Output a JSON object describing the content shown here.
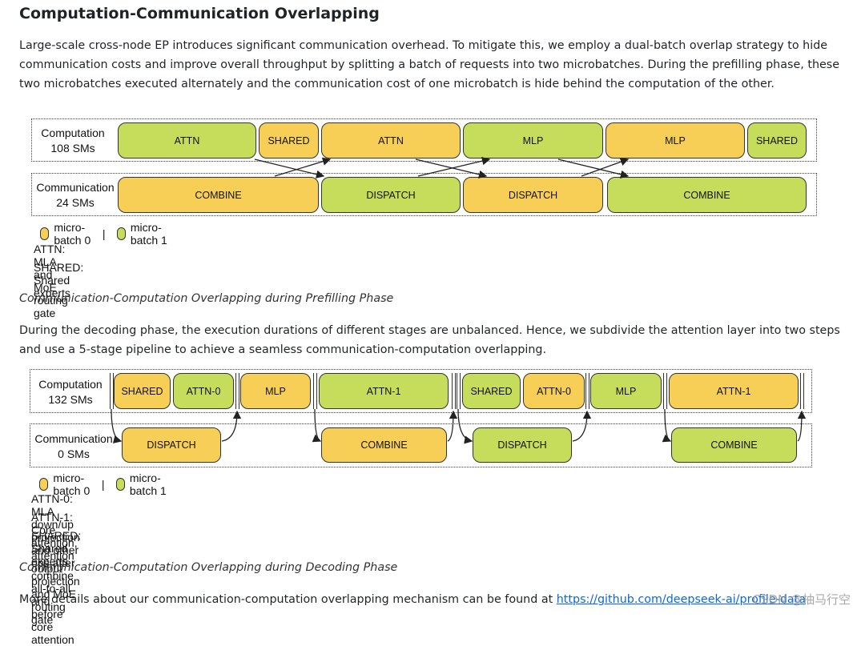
{
  "heading": "Computation-Communication Overlapping",
  "intro": "Large-scale cross-node EP introduces significant communication overhead. To mitigate this, we employ a dual-batch overlap strategy to hide communication costs and improve overall throughput by splitting a batch of requests into two microbatches. During the prefilling phase, these two microbatches executed alternately and the communication cost of one microbatch is hide behind the computation of the other.",
  "fig1": {
    "comp_label": "Computation",
    "comp_sms": "108 SMs",
    "comm_label": "Communication",
    "comm_sms": "24 SMs",
    "comp_blocks": [
      "ATTN",
      "SHARED",
      "ATTN",
      "MLP",
      "MLP",
      "SHARED"
    ],
    "comm_blocks": [
      "COMBINE",
      "DISPATCH",
      "DISPATCH",
      "COMBINE"
    ],
    "legend0": "micro-batch 0",
    "legend1": "micro-batch 1",
    "legend_sep": "|",
    "note1": "ATTN: MLA and MoE routing gate",
    "note2": "SHARED: Shared experts",
    "colors": {
      "micro_batch_0": "#f8cf56",
      "micro_batch_1": "#c6dc5b"
    }
  },
  "caption1": "Communication-Computation Overlapping during Prefilling Phase",
  "decode_para": "During the decoding phase, the execution durations of different stages are unbalanced. Hence, we subdivide the attention layer into two steps and use a 5-stage pipeline to achieve a seamless communication-computation overlapping.",
  "fig2": {
    "comp_label": "Computation",
    "comp_sms": "132 SMs",
    "comm_label": "Communication",
    "comm_sms": "0 SMs",
    "comp_blocks": [
      "SHARED",
      "ATTN-0",
      "MLP",
      "ATTN-1",
      "SHARED",
      "ATTN-0",
      "MLP",
      "ATTN-1"
    ],
    "comm_blocks": [
      "DISPATCH",
      "COMBINE",
      "DISPATCH",
      "COMBINE"
    ],
    "legend0": "micro-batch 0",
    "legend1": "micro-batch 1",
    "legend_sep": "|",
    "note1": "ATTN-0: MLA down/up projection and other ops after combine all-to-all and before core attention",
    "note2": "ATTN-1: Core attention, attention output projection and MoE routing gate",
    "note3": "SHARED: Shared experts"
  },
  "caption2": "Communication-Computation Overlapping during Decoding Phase",
  "more_prefix": "More details about our communication-computation overlapping mechanism can be found at ",
  "more_link": "https://github.com/deepseek-ai/profile-data",
  "watermark": "CSDN @抽马行空"
}
